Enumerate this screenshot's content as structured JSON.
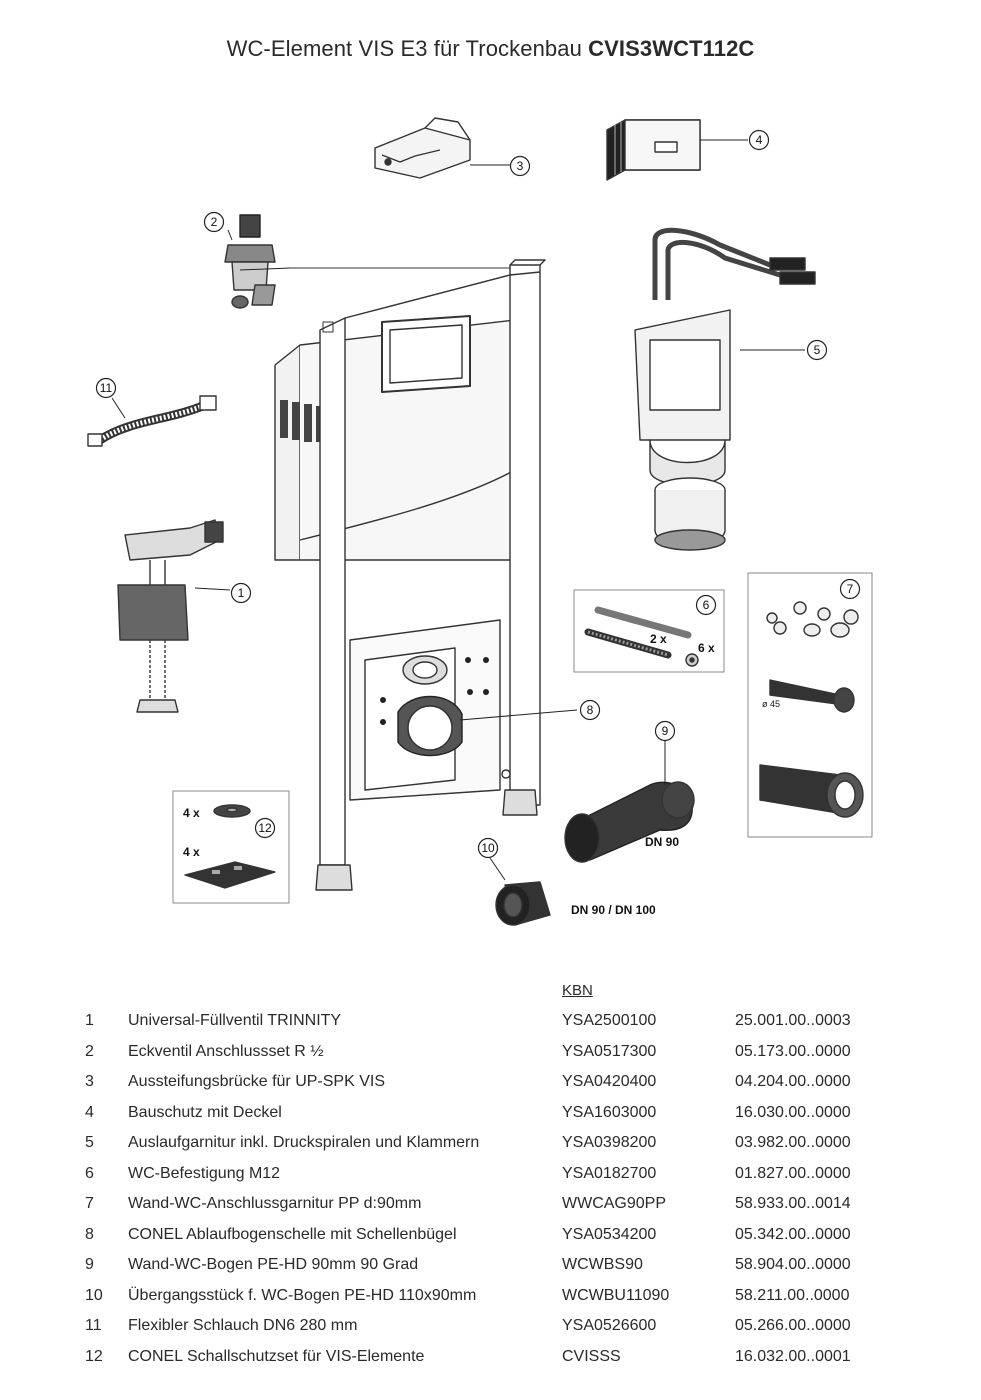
{
  "title": {
    "prefix": "WC-Element VIS E3 für Trockenbau",
    "model": "CVIS3WCT112C"
  },
  "callouts": {
    "c1": "1",
    "c2": "2",
    "c3": "3",
    "c4": "4",
    "c5": "5",
    "c6": "6",
    "c7": "7",
    "c8": "8",
    "c9": "9",
    "c10": "10",
    "c11": "11",
    "c12": "12"
  },
  "annotations": {
    "part6_rod_qty": "2 x",
    "part6_nut_qty": "6 x",
    "part7_diameter": "ø 45",
    "part9_size": "DN 90",
    "part10_size": "DN 90 / DN 100",
    "part12_washer_qty": "4 x",
    "part12_pad_qty": "4 x"
  },
  "table": {
    "kbn_header": "KBN",
    "rows": [
      {
        "num": "1",
        "desc": "Universal-Füllventil TRINNITY",
        "kbn": "YSA2500100",
        "art": "25.001.00..0003"
      },
      {
        "num": "2",
        "desc": "Eckventil Anschlussset R ½",
        "kbn": "YSA0517300",
        "art": "05.173.00..0000"
      },
      {
        "num": "3",
        "desc": "Aussteifungsbrücke für UP-SPK VIS",
        "kbn": "YSA0420400",
        "art": "04.204.00..0000"
      },
      {
        "num": "4",
        "desc": "Bauschutz mit Deckel",
        "kbn": "YSA1603000",
        "art": "16.030.00..0000"
      },
      {
        "num": "5",
        "desc": "Auslaufgarnitur inkl. Druckspiralen und Klammern",
        "kbn": "YSA0398200",
        "art": "03.982.00..0000"
      },
      {
        "num": "6",
        "desc": "WC-Befestigung M12",
        "kbn": "YSA0182700",
        "art": "01.827.00..0000"
      },
      {
        "num": "7",
        "desc": "Wand-WC-Anschlussgarnitur PP d:90mm",
        "kbn": "WWCAG90PP",
        "art": "58.933.00..0014"
      },
      {
        "num": "8",
        "desc": "CONEL Ablaufbogenschelle mit Schellenbügel",
        "kbn": "YSA0534200",
        "art": "05.342.00..0000"
      },
      {
        "num": "9",
        "desc": "Wand-WC-Bogen PE-HD 90mm 90 Grad",
        "kbn": "WCWBS90",
        "art": "58.904.00..0000"
      },
      {
        "num": "10",
        "desc": "Übergangsstück f. WC-Bogen PE-HD 110x90mm",
        "kbn": "WCWBU11090",
        "art": "58.211.00..0000"
      },
      {
        "num": "11",
        "desc": "Flexibler Schlauch  DN6 280 mm",
        "kbn": "YSA0526600",
        "art": "05.266.00..0000"
      },
      {
        "num": "12",
        "desc": "CONEL Schallschutzset für VIS-Elemente",
        "kbn": "CVISSS",
        "art": "16.032.00..0001"
      }
    ]
  }
}
